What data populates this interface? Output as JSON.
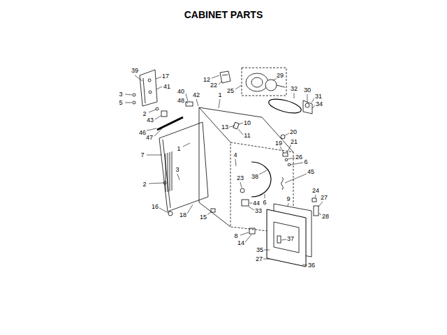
{
  "diagram": {
    "title": "CABINET PARTS",
    "labels": [
      "39",
      "17",
      "41",
      "3",
      "5",
      "2",
      "43",
      "46",
      "47",
      "40",
      "42",
      "48",
      "1",
      "12",
      "22",
      "25",
      "29",
      "32",
      "30",
      "31",
      "34",
      "13",
      "10",
      "11",
      "20",
      "19",
      "21",
      "1",
      "7",
      "4",
      "26",
      "6",
      "45",
      "38",
      "23",
      "3",
      "2",
      "24",
      "27",
      "9",
      "44",
      "33",
      "6",
      "16",
      "18",
      "15",
      "28",
      "8",
      "14",
      "37",
      "35",
      "27",
      "36"
    ]
  }
}
